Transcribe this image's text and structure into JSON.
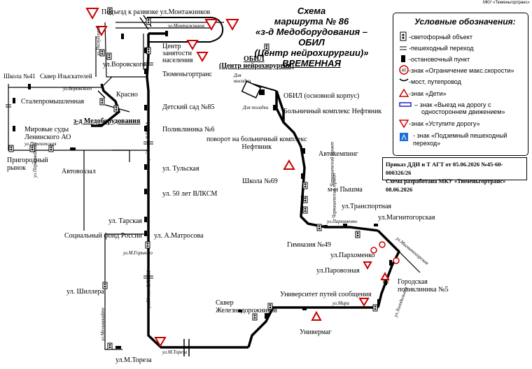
{
  "credit": "МКУ «Тюменьгортранс»",
  "title": {
    "line1": "Схема",
    "line2": "маршрута № 86",
    "line3": "«з-д Медоборудования – ОБИЛ",
    "line4": "(Центр нейрохирургии)»",
    "line5": "ВРЕМЕННАЯ"
  },
  "legend": {
    "heading": "Условные обозначения:",
    "items": [
      {
        "icon": "traffic-light-icon",
        "text": "-светофорный объект"
      },
      {
        "icon": "crosswalk-icon",
        "text": "-пешеходный переход"
      },
      {
        "icon": "stop-point-icon",
        "text": "-остановочный пункт"
      },
      {
        "icon": "speed-limit-sign-icon",
        "sign": "40",
        "text": "-знак «Ограничение макс.скорости»"
      },
      {
        "icon": "bridge-icon",
        "text": "-мост, путепровод"
      },
      {
        "icon": "children-sign-icon",
        "text": "-знак «Дети»"
      },
      {
        "icon": "one-way-exit-sign-icon",
        "text": "– знак «Выезд на дорогу с"
      },
      {
        "icon": "",
        "text": "одностороннем движением»"
      },
      {
        "icon": "yield-sign-icon",
        "text": "-знак «Уступите дорогу»"
      },
      {
        "icon": "underground-crossing-sign-icon",
        "text": "- знак «Подземный пешеходный"
      },
      {
        "icon": "",
        "text": "переход»"
      }
    ]
  },
  "order": {
    "line1": "Приказ ДДИ и Т АГТ от 05.06.2026 №45-60-000326/26",
    "line2": "Схема разработана МКУ «Тюменьгортранс» 08.06.2026"
  },
  "labels": {
    "montazhnikov": "Подъезд к развязке ул.Монтажников",
    "voroskogo": "ул.Воровского",
    "center_employment": "Центр\nзанятости\nнаселения",
    "tyumengortrans": "Тюменьгортранс",
    "school41": "Школа №41",
    "skver_izyskatelei": "Сквер Изыскателей",
    "krasno": "Красно",
    "stalepromyshlennaya": "Сталепромышленная",
    "zavod_medoborudovaniya": "з-д Медоборудования",
    "kindergarten85": "Детский сад №85",
    "clinic6": "Поликлиника №6",
    "courts": "Мировые суды\nЛенинского АО",
    "prigorodny": "Пригородный\nрынок",
    "avtovokzal": "Автовокзал",
    "tulskaya": "ул. Тульская",
    "vlksm50": "ул. 50 лет ВЛКСМ",
    "tarskaya": "ул. Тарская",
    "matrosova": "ул. А.Матросова",
    "social_fund": "Социальный фонд России",
    "shillera": "ул. Шиллера",
    "toreza": "ул.М.Тореза",
    "skver_zheleznodorozhnikov": "Сквер\nЖелезнодорожников",
    "univermag": "Универмаг",
    "university": "Университет путей сообщения",
    "gor_poliklinika5": "Городская\nполиклиника №5",
    "parovoznaya": "ул.Паровозная",
    "parkhomenko": "ул.Пархоменко",
    "gymnasium49": "Гимназия №49",
    "transportnaya": "ул.Транспортная",
    "magnitogorskaya": "ул.Магнитогорская",
    "pyshma": "м-н Пышма",
    "school69": "Школа №69",
    "avtokemping": "Автокемпинг",
    "turn_hospital": "поворот на больничный комплекс\nНефтяник",
    "hospital_complex": "Больничный комплекс Нефтяник",
    "obil_main": "ОБИЛ (основной корпус)",
    "obil": "ОБИЛ",
    "obil_center": "(Центр нейрохирургии)",
    "disembark": "Для\nвысадки",
    "board": "Для посадки"
  },
  "street_names": {
    "montazhnikov_st": "ул.Монтажников",
    "respublika": "ул.Республики",
    "vorovskogo_st": "ул.Воровского",
    "vlksm_st1": "ул.50 лет ВЛКСМ",
    "vlksm_st2": "ул.50 лет ВЛКСМ",
    "pervomayskaya": "ул.Первомайская",
    "perekopskaya": "ул.Перекопская",
    "gorkogo": "ул.М.Горького",
    "melnikayte": "ул.Мельникайте",
    "toreza_st": "ул.М.Тореза",
    "mira": "ул.Мира",
    "kholodilnaya": "ул.Холодильная",
    "magnitogorskaya_st": "ул.Магнитогорская",
    "parkhomenko_st": "ул.Пархоменко",
    "chervishevsky": "Червишевский тракт",
    "nefteyanik_st": "Червишевский тракт"
  }
}
